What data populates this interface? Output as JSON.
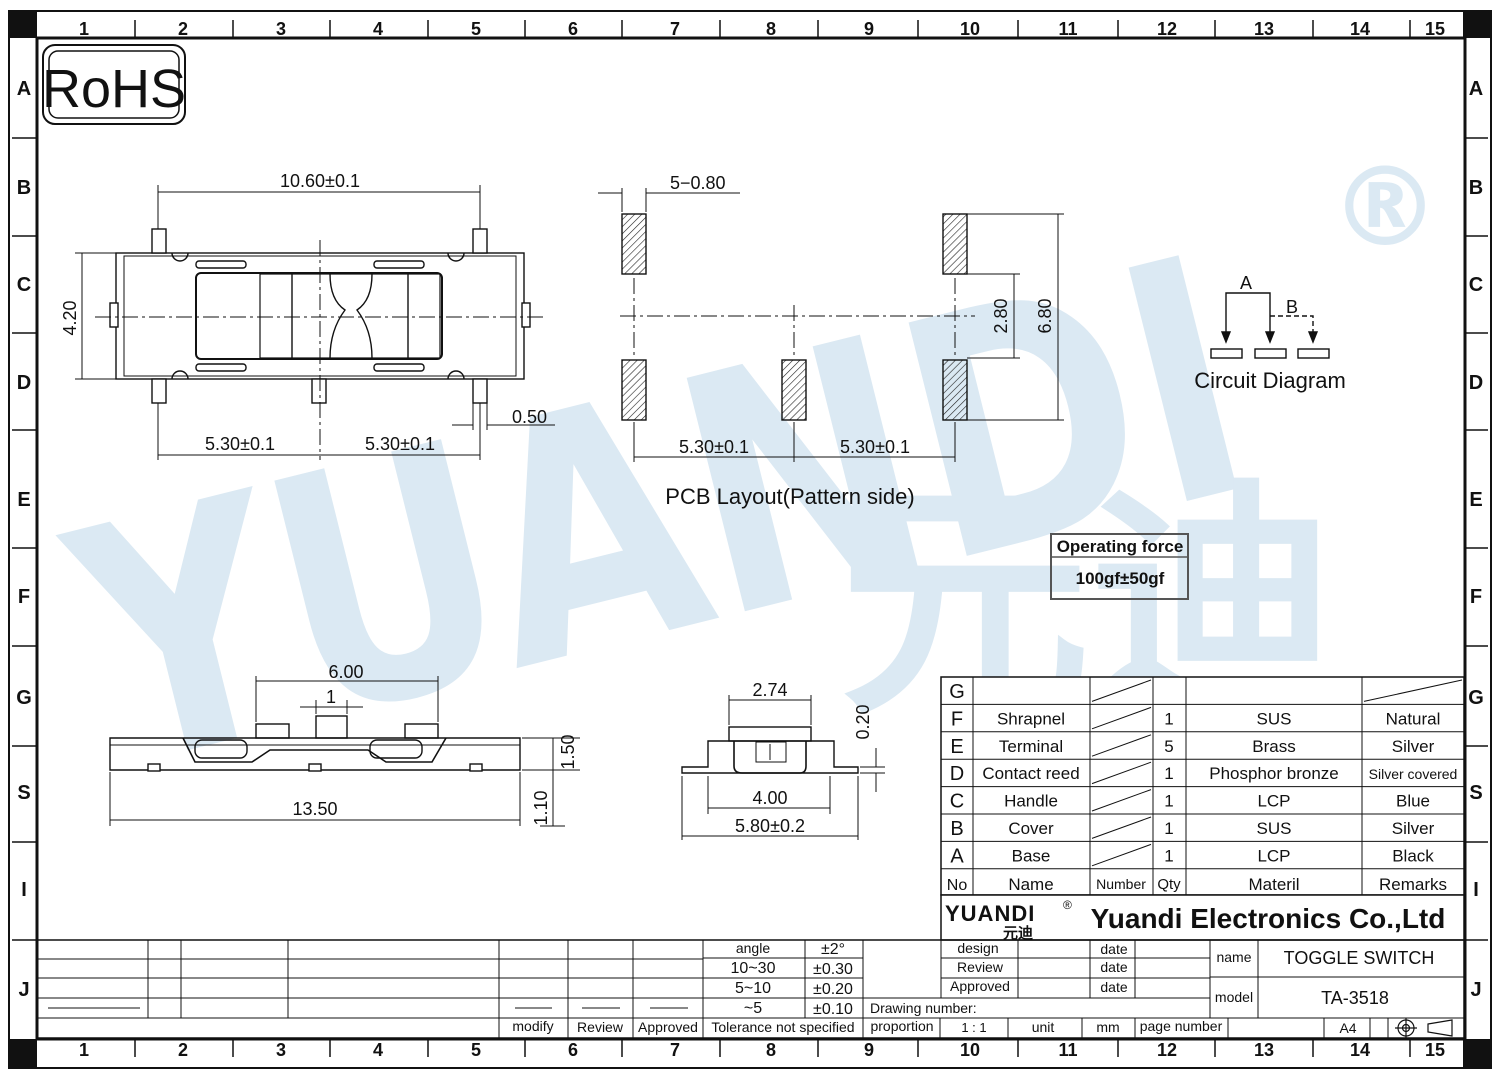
{
  "border": {
    "columns": [
      "1",
      "2",
      "3",
      "4",
      "5",
      "6",
      "7",
      "8",
      "9",
      "10",
      "11",
      "12",
      "13",
      "14",
      "15"
    ],
    "rows": [
      "A",
      "B",
      "C",
      "D",
      "E",
      "F",
      "G",
      "S",
      "I",
      "J"
    ]
  },
  "rohs": "RoHS",
  "watermark": {
    "brand": "YUANDI",
    "registered": "®",
    "chinese": "元迪"
  },
  "top_view": {
    "dim_width": "10.60±0.1",
    "dim_height": "4.20",
    "dim_pitch_left": "5.30±0.1",
    "dim_pitch_right": "5.30±0.1",
    "dim_pin": "0.50"
  },
  "pcb": {
    "dim_pad": "5−0.80",
    "dim_inner": "2.80",
    "dim_outer": "6.80",
    "dim_pitch_left": "5.30±0.1",
    "dim_pitch_right": "5.30±0.1",
    "caption": "PCB  Layout(Pattern  side)"
  },
  "circuit": {
    "label_a": "A",
    "label_b": "B",
    "caption": "Circuit  Diagram"
  },
  "operating_force": {
    "label": "Operating force",
    "value": "100gf±50gf"
  },
  "side_view": {
    "dim_top": "6.00",
    "dim_knob": "1",
    "dim_length": "13.50",
    "dim_h1": "1.50",
    "dim_h2": "1.10"
  },
  "end_view": {
    "dim_top": "2.74",
    "dim_side": "0.20",
    "dim_body": "4.00",
    "dim_total": "5.80±0.2"
  },
  "bom": {
    "rows": [
      {
        "no": "G",
        "name": "",
        "number": "",
        "qty": "",
        "material": "",
        "remarks": ""
      },
      {
        "no": "F",
        "name": "Shrapnel",
        "number": "",
        "qty": "1",
        "material": "SUS",
        "remarks": "Natural"
      },
      {
        "no": "E",
        "name": "Terminal",
        "number": "",
        "qty": "5",
        "material": "Brass",
        "remarks": "Silver"
      },
      {
        "no": "D",
        "name": "Contact reed",
        "number": "",
        "qty": "1",
        "material": "Phosphor bronze",
        "remarks": "Silver covered"
      },
      {
        "no": "C",
        "name": "Handle",
        "number": "",
        "qty": "1",
        "material": "LCP",
        "remarks": "Blue"
      },
      {
        "no": "B",
        "name": "Cover",
        "number": "",
        "qty": "1",
        "material": "SUS",
        "remarks": "Silver"
      },
      {
        "no": "A",
        "name": "Base",
        "number": "",
        "qty": "1",
        "material": "LCP",
        "remarks": "Black"
      }
    ],
    "header": {
      "no": "No",
      "name": "Name",
      "number": "Number",
      "qty": "Qty",
      "material": "Materil",
      "remarks": "Remarks"
    }
  },
  "company": {
    "logo": "YUANDI",
    "logo_cn": "元迪",
    "logo_reg": "®",
    "name": "Yuandi Electronics Co.,Ltd"
  },
  "tolerance": {
    "rows": [
      {
        "range": "angle",
        "tol": "±2°"
      },
      {
        "range": "10~30",
        "tol": "±0.30"
      },
      {
        "range": "5~10",
        "tol": "±0.20"
      },
      {
        "range": "~5",
        "tol": "±0.10"
      }
    ],
    "footer": "Tolerance not specified"
  },
  "revision": {
    "modify": "modify",
    "review": "Review",
    "approved": "Approved"
  },
  "approvals": {
    "design": "design",
    "review": "Review",
    "approved": "Approved",
    "date": "date",
    "drawing_number": "Drawing number:",
    "proportion": "proportion",
    "scale": "1 : 1",
    "unit": "unit",
    "mm": "mm",
    "page_number": "page number",
    "paper": "A4"
  },
  "title_block": {
    "name_label": "name",
    "name_value": "TOGGLE SWITCH",
    "model_label": "model",
    "model_value": "TA-3518"
  }
}
